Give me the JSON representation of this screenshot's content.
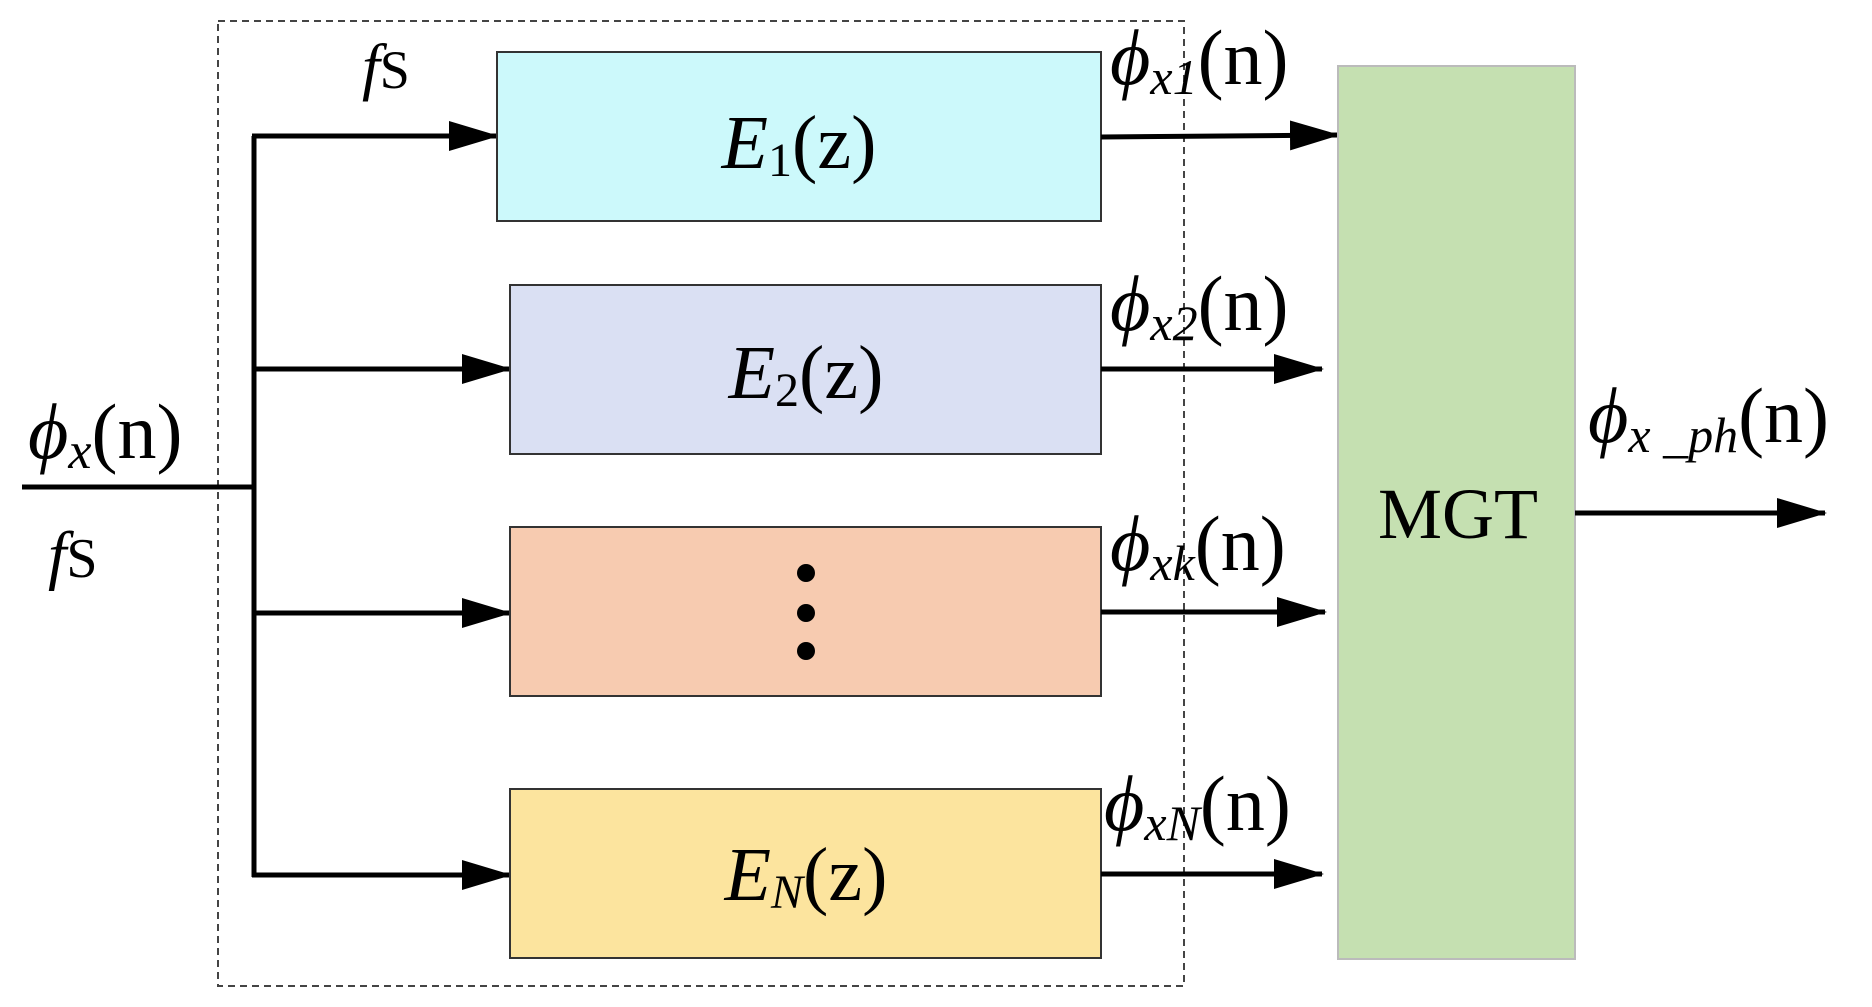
{
  "input": {
    "phi": "ϕ",
    "sub": "x",
    "arg": "(n)",
    "rate_f": "f",
    "rate_s": "S"
  },
  "top_rate": {
    "f": "f",
    "s": "S"
  },
  "filters": [
    {
      "id": "e1",
      "name": "E",
      "sub": "1",
      "arg": "(z)",
      "fill": "#ccf9fb",
      "out_phi": "ϕ",
      "out_sub": "x1",
      "out_arg": "(n)"
    },
    {
      "id": "e2",
      "name": "E",
      "sub": "2",
      "arg": "(z)",
      "fill": "#dae0f3",
      "out_phi": "ϕ",
      "out_sub": "x2",
      "out_arg": "(n)"
    },
    {
      "id": "ek",
      "name": "",
      "sub": "",
      "arg": "",
      "fill": "#f7cbb0",
      "out_phi": "ϕ",
      "out_sub": "xk",
      "out_arg": "(n)",
      "ellipsis": true
    },
    {
      "id": "en",
      "name": "E",
      "sub": "N",
      "arg": "(z)",
      "fill": "#fce49e",
      "out_phi": "ϕ",
      "out_sub": "xN",
      "out_arg": "(n)"
    }
  ],
  "mgt": {
    "label": "MGT",
    "fill": "#c5e0b1"
  },
  "output": {
    "phi": "ϕ",
    "sub": "x _ph",
    "arg": "(n)"
  },
  "colors": {
    "line": "#000000",
    "dashed": "#444444"
  }
}
